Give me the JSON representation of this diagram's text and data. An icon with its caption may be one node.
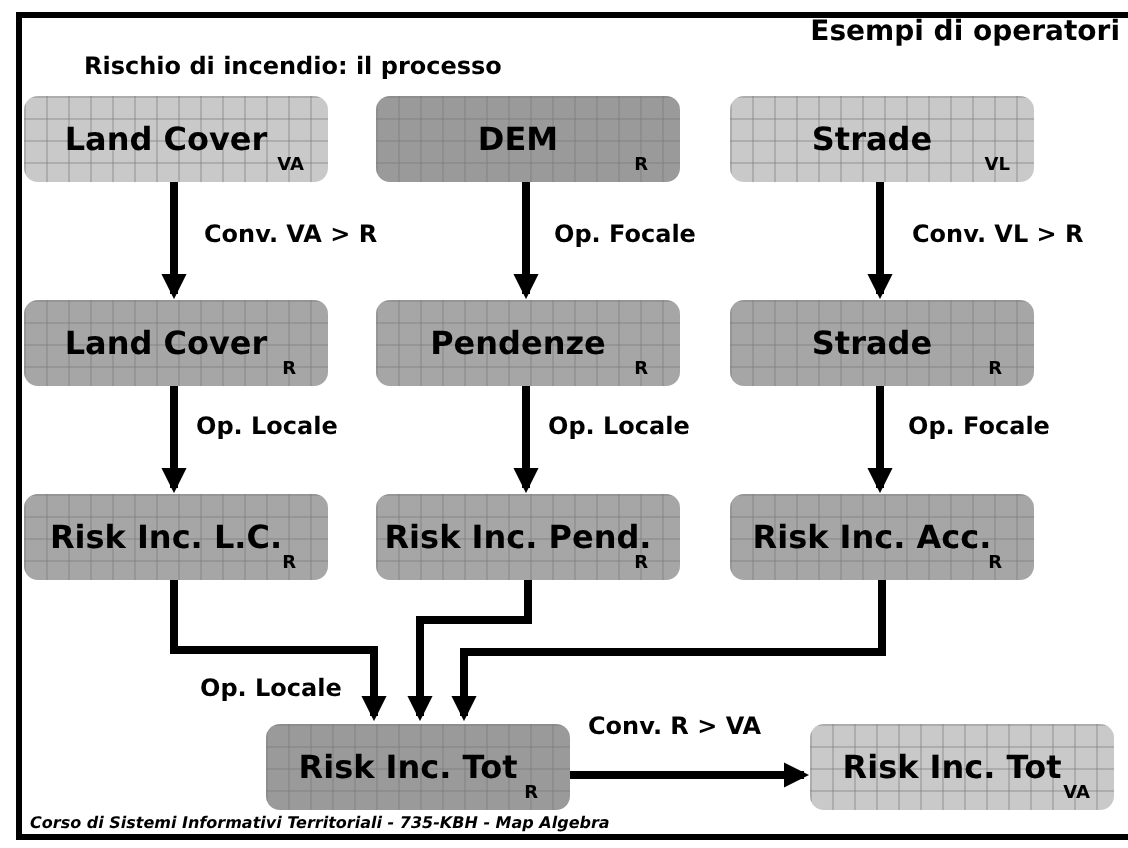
{
  "diagram": {
    "title": "Esempi di operatori",
    "nodes": [
      {
        "text": [
          "Land Cover",
          "VA"
        ]
      },
      {
        "text": [
          "DEM",
          "R"
        ]
      },
      {
        "text": [
          "Strade",
          "VL"
        ]
      },
      {
        "text": [
          "Land Cover",
          "R"
        ]
      },
      {
        "text": [
          "Pendenze",
          "R"
        ]
      },
      {
        "text": [
          "Strade",
          "R"
        ]
      },
      {
        "text": [
          "Risk Inc. L.C.",
          "R"
        ]
      },
      {
        "text": [
          "Risk Inc. Pend.",
          "R"
        ]
      },
      {
        "text": [
          "Risk Inc. Acc.",
          "R"
        ]
      },
      {
        "text": [
          "Risk Inc. Tot",
          "R"
        ]
      },
      {
        "text": [
          "Risk Inc. Tot",
          "VA"
        ]
      }
    ],
    "edges": [
      {
        "from": 0,
        "to": 3,
        "arrow": "to",
        "label": "Conv. VA > R"
      },
      {
        "from": 1,
        "to": 4,
        "arrow": "to",
        "label": "Op. Focale"
      },
      {
        "from": 2,
        "to": 5,
        "arrow": "to",
        "label": "Conv. VL > R"
      },
      {
        "from": 3,
        "to": 6,
        "arrow": "to",
        "label": "Op. Locale"
      },
      {
        "from": 4,
        "to": 7,
        "arrow": "to",
        "label": "Op. Locale"
      },
      {
        "from": 5,
        "to": 8,
        "arrow": "to",
        "label": "Op. Focale"
      },
      {
        "from": 6,
        "to": 9,
        "arrow": "to",
        "label": "Op. Locale"
      },
      {
        "from": 7,
        "to": 9,
        "arrow": "to"
      },
      {
        "from": 8,
        "to": 9,
        "arrow": "to"
      },
      {
        "from": 9,
        "to": 10,
        "arrow": "to",
        "label": "Conv. R > VA"
      }
    ],
    "labels": [
      "Rischio di incendio: il processo",
      "Corso di Sistemi Informativi Territoriali  - 735-KBH - Map Algebra"
    ]
  }
}
